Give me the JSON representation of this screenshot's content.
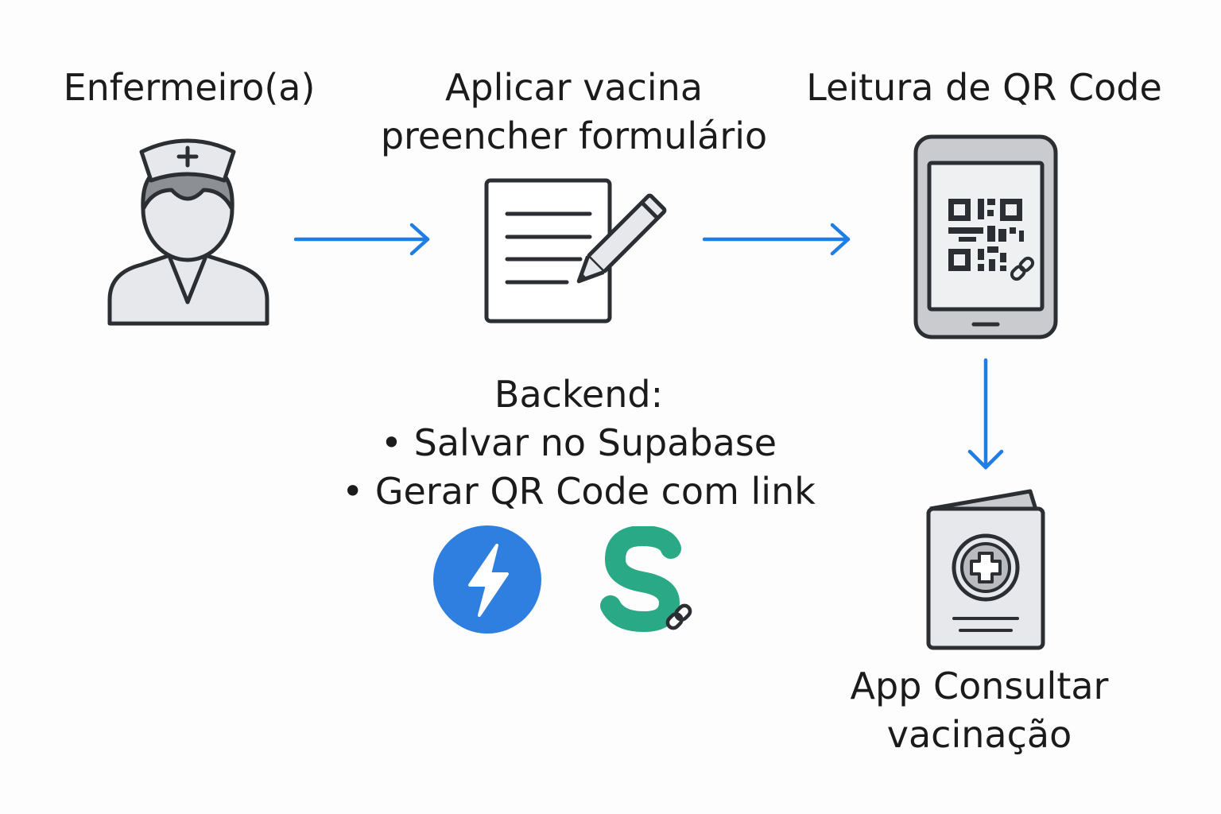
{
  "steps": {
    "nurse": {
      "label": "Enfermeiro(a)"
    },
    "form": {
      "line1": "Aplicar vacina",
      "line2": "preencher formulário"
    },
    "qr": {
      "label": "Leitura de QR Code"
    },
    "app": {
      "line1": "App Consultar",
      "line2": "vacinação"
    }
  },
  "backend": {
    "title": "Backend:",
    "items": [
      "• Salvar no Supabase",
      "• Gerar QR Code com link"
    ]
  },
  "colors": {
    "arrow": "#1f7de6",
    "stroke": "#2b2f33",
    "fill": "#e6e8eb",
    "hair": "#8c8f94",
    "logo_blue": "#2f7fe0",
    "logo_green": "#2aa986"
  },
  "icons": [
    "nurse-icon",
    "form-pencil-icon",
    "tablet-qr-icon",
    "lightning-logo-icon",
    "supabase-s-logo-icon",
    "link-icon",
    "vaccination-card-icon"
  ]
}
